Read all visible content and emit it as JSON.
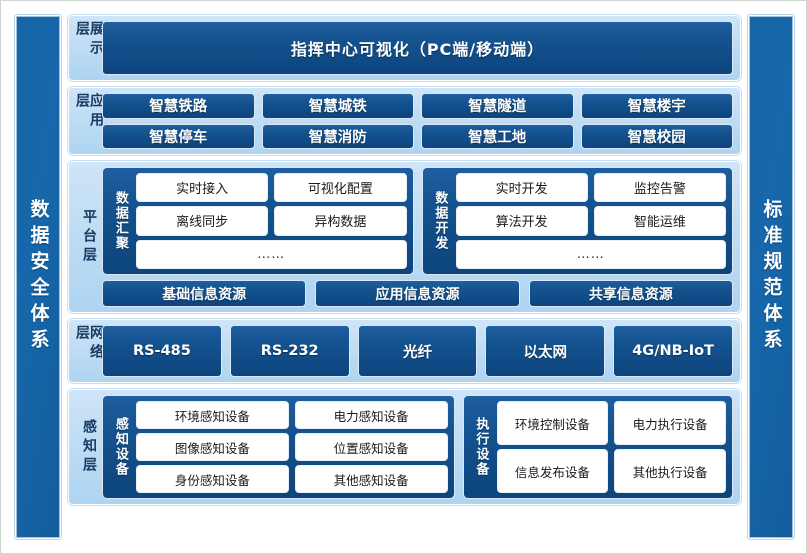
{
  "sides": {
    "left": {
      "label": "数据安全体系"
    },
    "right": {
      "label": "标准规范体系"
    }
  },
  "colors": {
    "chip_dark": "#0d447d",
    "panel_light": "#bcdbf4",
    "pillar_blue": "#1665a8",
    "box_white": "#ffffff",
    "label_text": "#173b63",
    "page_background": "#ffffff"
  },
  "layers": [
    {
      "id": "display",
      "label": "展示层",
      "banner": "指挥中心可视化（PC端/移动端）"
    },
    {
      "id": "application",
      "label": "应用层",
      "rows": [
        [
          "智慧铁路",
          "智慧城铁",
          "智慧隧道",
          "智慧楼宇"
        ],
        [
          "智慧停车",
          "智慧消防",
          "智慧工地",
          "智慧校园"
        ]
      ]
    },
    {
      "id": "platform",
      "label": "平台层",
      "groups": [
        {
          "label": "数据汇聚",
          "rows": [
            [
              "实时接入",
              "可视化配置"
            ],
            [
              "离线同步",
              "异构数据"
            ]
          ],
          "ellipsis": "……"
        },
        {
          "label": "数据开发",
          "rows": [
            [
              "实时开发",
              "监控告警"
            ],
            [
              "算法开发",
              "智能运维"
            ]
          ],
          "ellipsis": "……"
        }
      ],
      "resources": [
        "基础信息资源",
        "应用信息资源",
        "共享信息资源"
      ]
    },
    {
      "id": "network",
      "label": "网络层",
      "items": [
        "RS-485",
        "RS-232",
        "光纤",
        "以太网",
        "4G/NB-IoT"
      ]
    },
    {
      "id": "sensing",
      "label": "感知层",
      "groups": [
        {
          "label": "感知设备",
          "rows": [
            [
              "环境感知设备",
              "电力感知设备"
            ],
            [
              "图像感知设备",
              "位置感知设备"
            ],
            [
              "身份感知设备",
              "其他感知设备"
            ]
          ]
        },
        {
          "label": "执行设备",
          "rows": [
            [
              "环境控制设备",
              "电力执行设备"
            ],
            [
              "信息发布设备",
              "其他执行设备"
            ]
          ]
        }
      ]
    }
  ]
}
